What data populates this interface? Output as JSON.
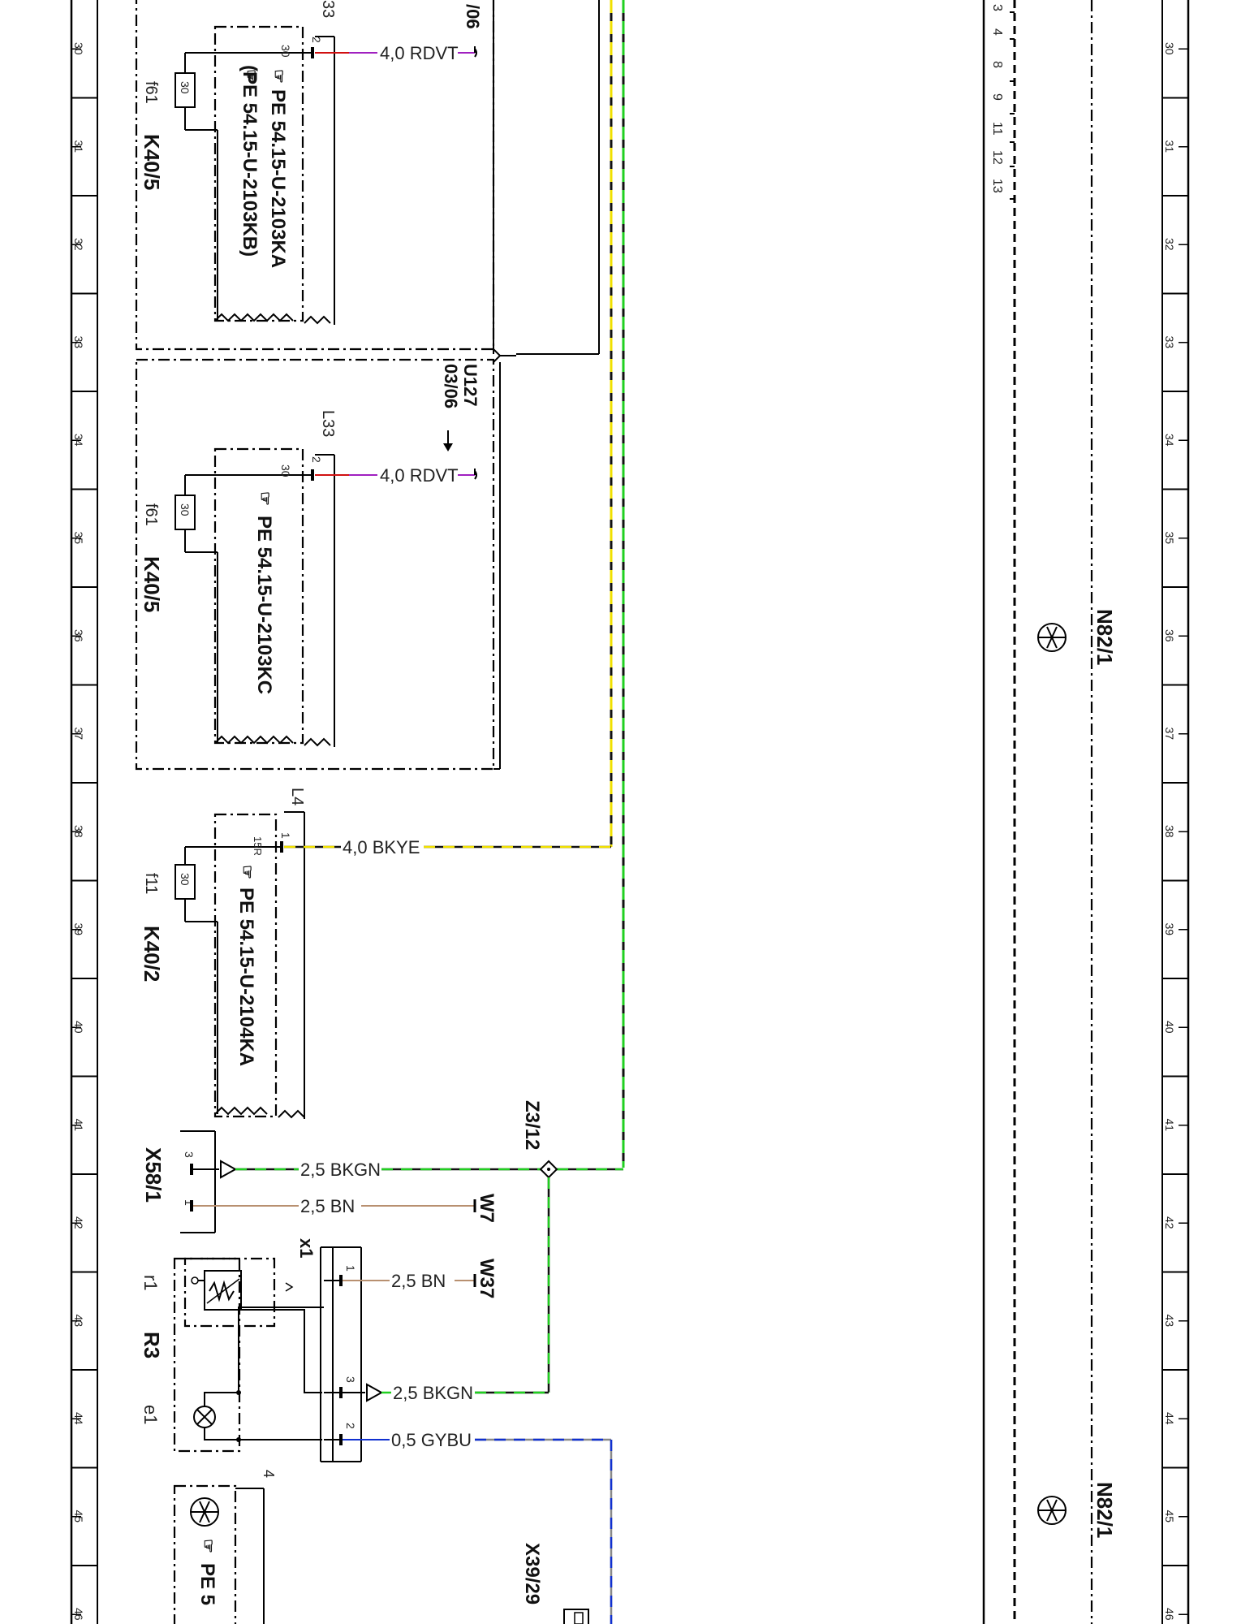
{
  "ruler": {
    "numbers": [
      "30",
      "31",
      "32",
      "33",
      "34",
      "35",
      "36",
      "37",
      "38",
      "39",
      "40",
      "41",
      "42",
      "43",
      "44",
      "45",
      "46"
    ]
  },
  "modules": {
    "top": {
      "relay_label": "K40/5",
      "fuse_label": "f61",
      "fuse_value": "30",
      "pin_in": "30",
      "pin_out": "2",
      "ref_top": "33",
      "ref_side": "/06",
      "pe_text_1": "PE 54.15-U-2103KA",
      "pe_text_2": "(PE 54.15-U-2103KB)",
      "wire_label": "4,0 RDVT",
      "wire_colors": [
        "#d01010",
        "#a020c0"
      ]
    },
    "mid": {
      "relay_label": "K40/5",
      "fuse_label": "f61",
      "fuse_value": "30",
      "pin_in": "30",
      "pin_out": "2",
      "ref_top": "L33",
      "ref_u": "U127",
      "ref_u_sub": "03/06",
      "pe_text": "PE 54.15-U-2103KC",
      "wire_label": "4,0 RDVT",
      "wire_colors": [
        "#d01010",
        "#a020c0"
      ]
    },
    "k402": {
      "relay_label": "K40/2",
      "fuse_label": "f11",
      "fuse_value": "30",
      "pin_in": "15R",
      "pin_out": "1",
      "ref_top": "L4",
      "pe_text": "PE 54.15-U-2104KA",
      "wire_label": "4,0 BKYE",
      "wire_colors": [
        "#111111",
        "#f0e000"
      ]
    }
  },
  "x58": {
    "label": "X58/1",
    "pin3": "3",
    "pin1": "1",
    "wire_a": "2,5 BKGN",
    "wire_b": "2,5 BN",
    "end_b": "W7"
  },
  "splice": {
    "label": "Z3/12"
  },
  "r3": {
    "label": "R3",
    "r1": "r1",
    "e1": "e1",
    "connector": "x1",
    "pin1": "1",
    "pin3": "3",
    "pin2": "2",
    "wire1": "2,5 BN",
    "end1": "W37",
    "wire3": "2,5 BKGN",
    "wire2": "0,5 GYBU"
  },
  "bottom_module": {
    "pe_partial": "PE 5",
    "ref": "4",
    "connector_label": "X39/29"
  },
  "right_column": {
    "module_label_1": "N82/1",
    "module_label_2": "N82/1",
    "pin_numbers": [
      "3",
      "4",
      "8",
      "9",
      "11",
      "12",
      "13"
    ]
  },
  "colors": {
    "red": "#d01010",
    "violet": "#a020c0",
    "yellow": "#f0e000",
    "green": "#20d020",
    "brown": "#b89070",
    "blue": "#1030d0",
    "black": "#111111"
  }
}
